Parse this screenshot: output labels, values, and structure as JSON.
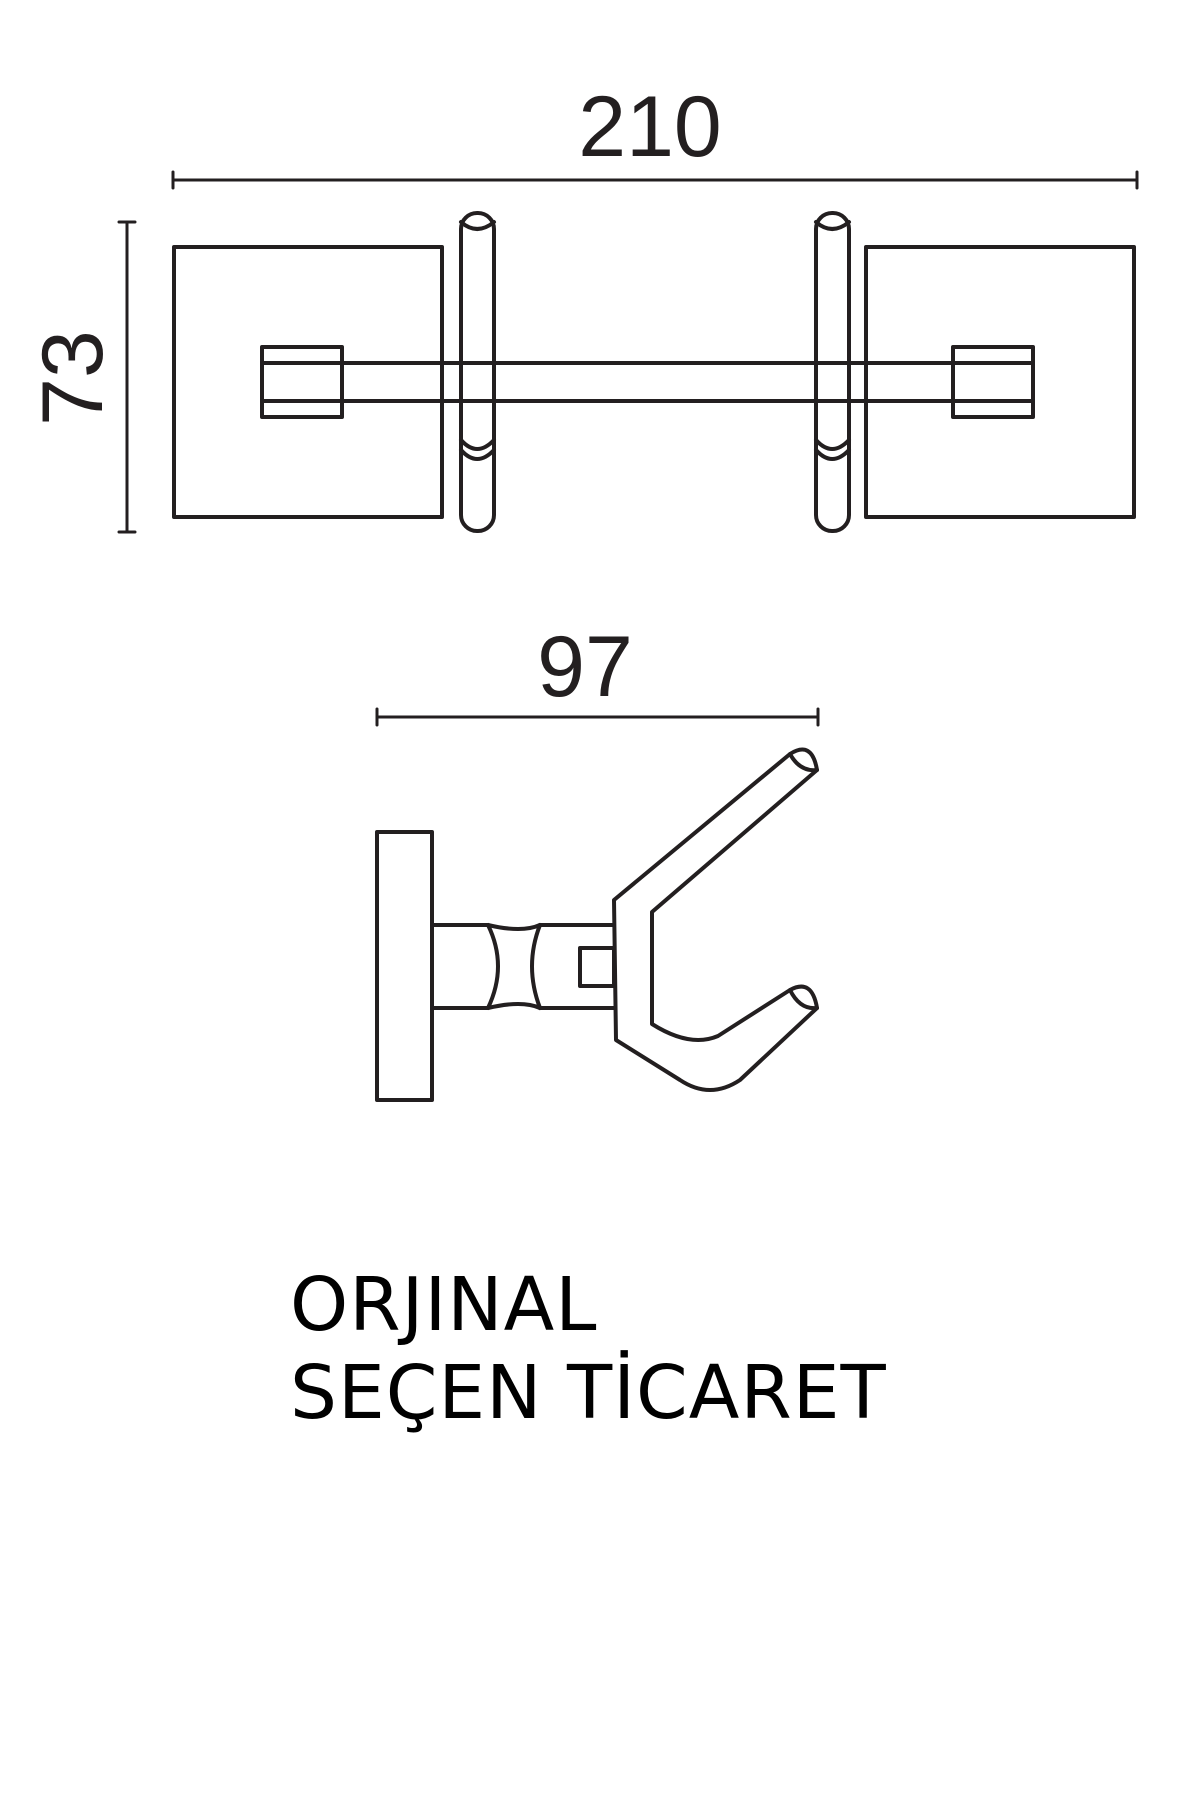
{
  "dimensions": {
    "front_width": "210",
    "front_height": "73",
    "side_depth": "97"
  },
  "caption": {
    "line1": "ORJINAL",
    "line2": "SEÇEN TİCARET"
  },
  "colors": {
    "ink": "#231f20",
    "background": "#ffffff"
  }
}
